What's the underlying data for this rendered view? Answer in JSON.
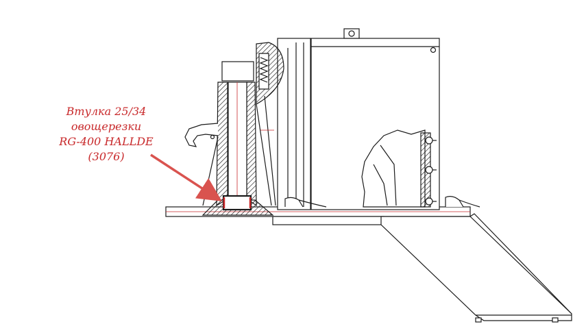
{
  "callout": {
    "line1": "Втулка 25/34",
    "line2": "овощерезки",
    "line3": "RG-400 HALLDE",
    "line4": "(3076)"
  },
  "colors": {
    "line": "#1a1a1a",
    "accent": "#c8282a",
    "highlight": "#d9534f",
    "background": "#ffffff"
  }
}
